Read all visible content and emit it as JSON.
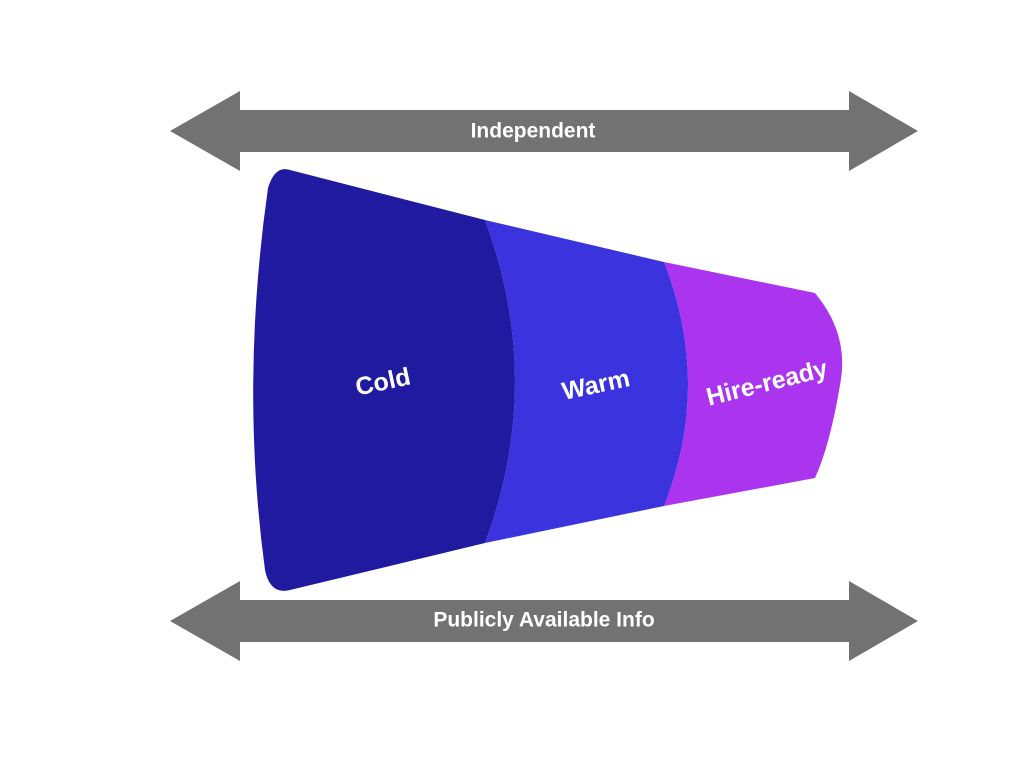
{
  "top_arrow": {
    "label": "Independent",
    "color": "#727272"
  },
  "bottom_arrow": {
    "label": "Publicly Available Info",
    "color": "#727272"
  },
  "stages": [
    {
      "label": "Cold",
      "color": "#1f1aa0"
    },
    {
      "label": "Warm",
      "color": "#3a33de"
    },
    {
      "label": "Hire-ready",
      "color": "#ab35ef"
    }
  ]
}
